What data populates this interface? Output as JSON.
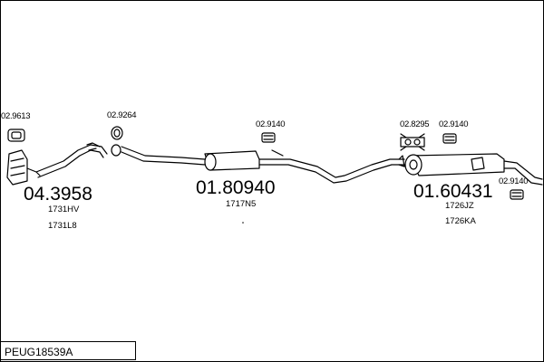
{
  "model": "PEUG18539A",
  "sections": [
    {
      "number": "04.3958",
      "oem_codes": [
        "1731HV",
        "1731L8"
      ]
    },
    {
      "number": "01.80940",
      "oem_codes": [
        "1717N5"
      ]
    },
    {
      "number": "01.60431",
      "oem_codes": [
        "1726JZ",
        "1726KA"
      ]
    }
  ],
  "fittings": [
    "02.9613",
    "02.9264",
    "02.9140",
    "02.8295",
    "02.9140",
    "02.9140"
  ]
}
